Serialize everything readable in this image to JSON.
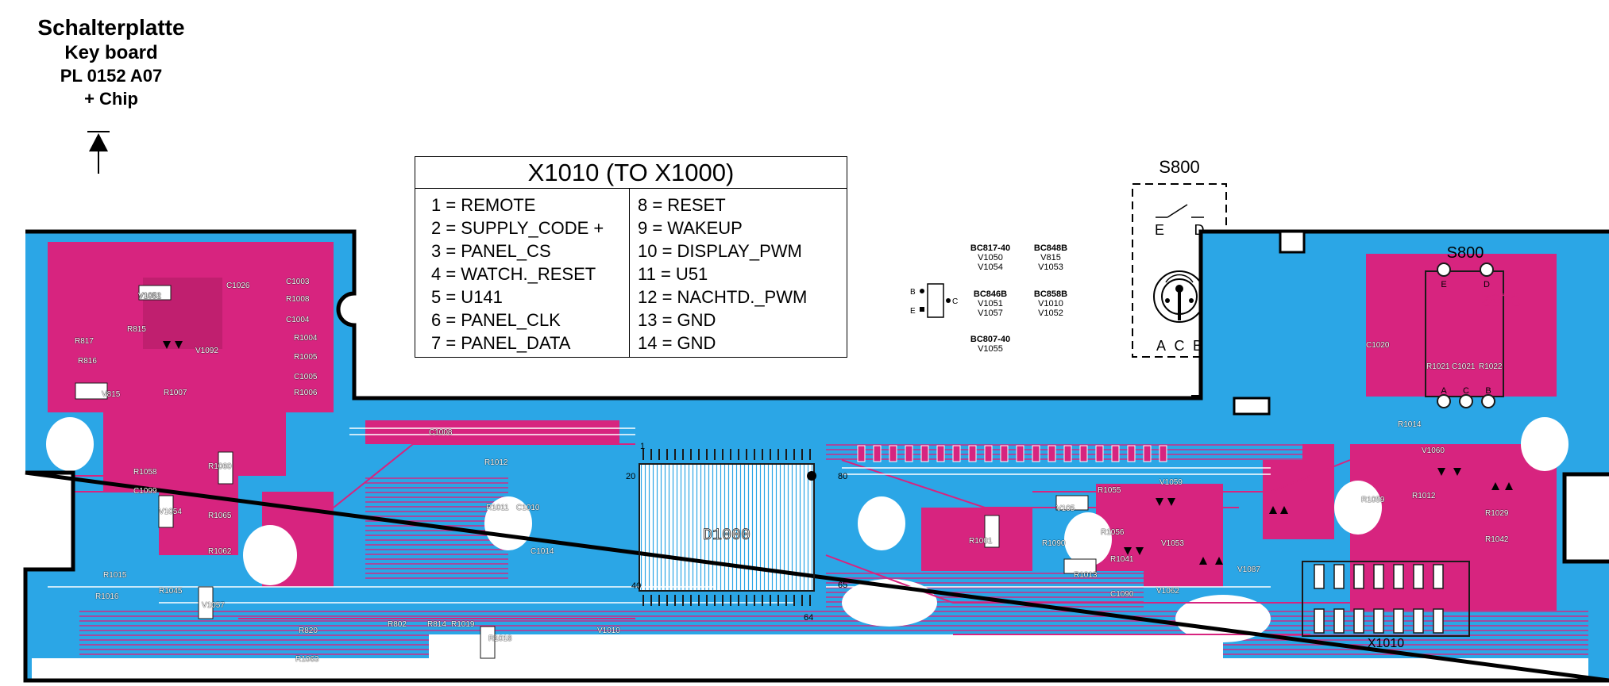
{
  "header": {
    "line1": "Schalterplatte",
    "line2": "Key board",
    "line3": "PL 0152 A07",
    "line4": "+ Chip"
  },
  "pin_table": {
    "title": "X1010 (TO X1000)",
    "left": [
      "1 = REMOTE",
      "2 = SUPPLY_CODE +",
      "3 = PANEL_CS",
      "4 = WATCH._RESET",
      "5 = U141",
      "6 = PANEL_CLK",
      "7 = PANEL_DATA"
    ],
    "right": [
      "8 = RESET",
      "9 = WAKEUP",
      "10 = DISPLAY_PWM",
      "11 = U51",
      "12 = NACHTD._PWM",
      "13 = GND",
      "14 = GND"
    ]
  },
  "transistors": {
    "g1_type": "BC817-40",
    "g1_a": "V1050",
    "g1_b": "V1054",
    "g2_type": "BC848B",
    "g2_a": "V815",
    "g2_b": "V1053",
    "g3_type": "BC846B",
    "g3_a": "V1051",
    "g3_b": "V1057",
    "g4_type": "BC858B",
    "g4_a": "V1010",
    "g4_b": "V1052",
    "g5_type": "BC807-40",
    "g5_a": "V1055",
    "pin_b": "B",
    "pin_e": "E",
    "pin_c": "C"
  },
  "switch": {
    "title": "S800",
    "top_left": "E",
    "top_right": "D",
    "bot_a": "A",
    "bot_c": "C",
    "bot_b": "B"
  },
  "board_labels": {
    "ic": "D1000",
    "connector": "X1010",
    "switch_ref": "S800",
    "sw_e": "E",
    "sw_d": "D",
    "sw_a": "A",
    "sw_c": "C",
    "sw_b": "B",
    "part_code": "0152",
    "ic_pin_1": "1",
    "ic_pin_20": "20",
    "ic_pin_40": "40",
    "ic_pin_64": "64",
    "ic_pin_65": "65",
    "ic_pin_80": "80",
    "parts": [
      "V1051",
      "R817",
      "R816",
      "R815",
      "V1092",
      "V815",
      "R1007",
      "C1026",
      "C1003",
      "R1008",
      "C1004",
      "R1004",
      "R1005",
      "C1005",
      "R1006",
      "R1058",
      "C1099",
      "R1060",
      "V1054",
      "R1065",
      "R1062",
      "R1015",
      "R1016",
      "R1045",
      "V1057",
      "R1063",
      "R820",
      "R1011",
      "C1010",
      "R1012",
      "R1055",
      "V105",
      "V1059",
      "V1060",
      "V1087",
      "V1062",
      "C1090",
      "R1090",
      "R1056",
      "R1059",
      "R1029",
      "R1042",
      "R1012",
      "R1014",
      "R1021",
      "C1021",
      "R1022",
      "C1020",
      "C1008",
      "R802",
      "R814",
      "R1019",
      "R1018",
      "V1010",
      "C1014",
      "R1001",
      "V1053",
      "R1041",
      "R1013",
      "V1052"
    ]
  }
}
